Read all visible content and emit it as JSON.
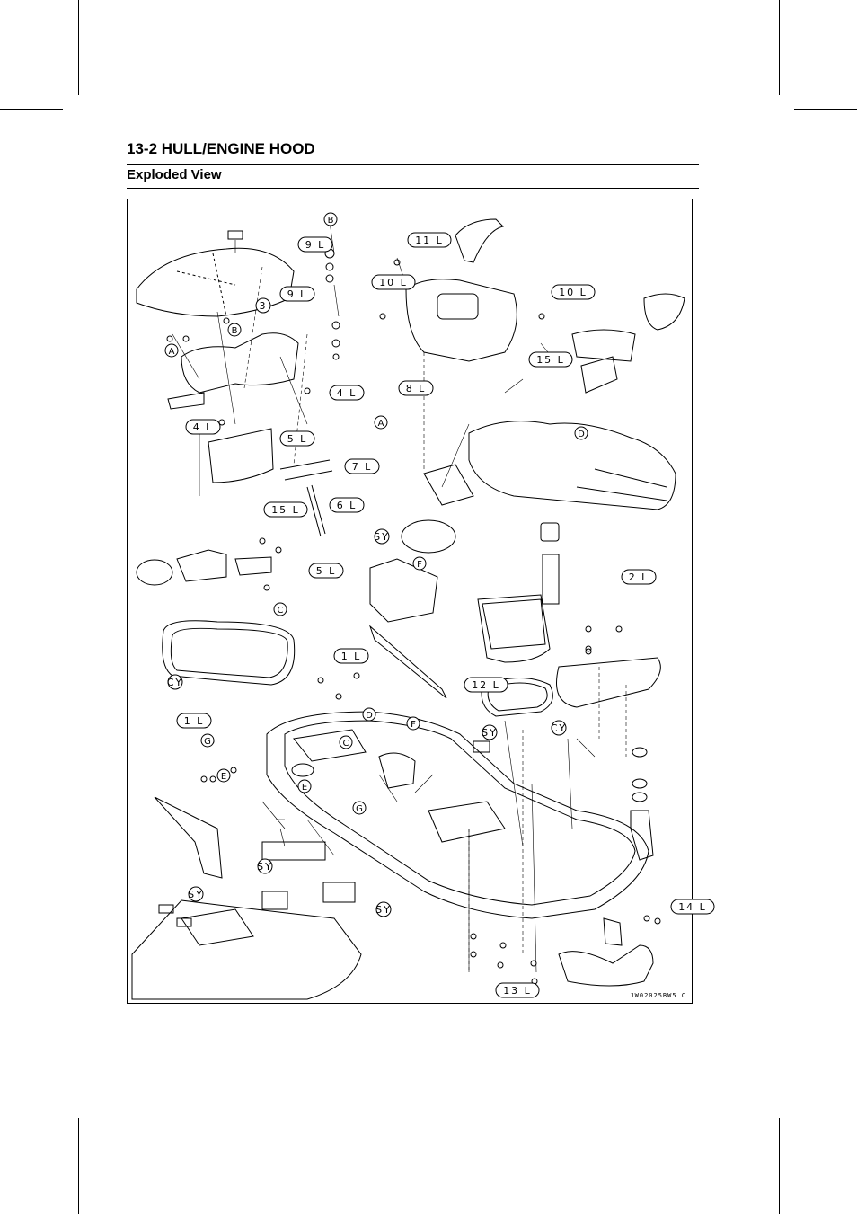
{
  "header": {
    "title": "13-2 HULL/ENGINE HOOD"
  },
  "section": {
    "title": "Exploded View"
  },
  "figure": {
    "code": "JW02025BW5 C",
    "callouts": [
      "9 L",
      "9 L",
      "3",
      "11 L",
      "10 L",
      "10 L",
      "15 L",
      "8 L",
      "4 L",
      "4 L",
      "5 L",
      "7 L",
      "6 L",
      "15 L",
      "5 L",
      "SY",
      "2 L",
      "1 L",
      "CY",
      "12 L",
      "1 L",
      "SY",
      "CY",
      "SY",
      "SY",
      "SY",
      "14 L",
      "13 L"
    ],
    "letters": [
      "B",
      "B",
      "A",
      "A",
      "C",
      "D",
      "F",
      "D",
      "C",
      "E",
      "G",
      "F",
      "G",
      "E"
    ]
  }
}
